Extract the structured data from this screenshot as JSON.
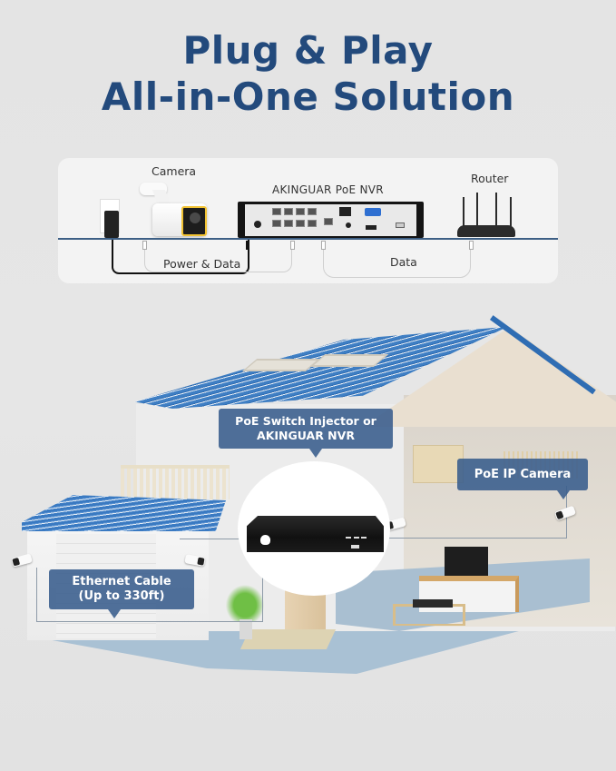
{
  "title": {
    "line1": "Plug & Play",
    "line2": "All-in-One Solution"
  },
  "diagram": {
    "labels": {
      "camera": "Camera",
      "nvr": "AKINGUAR PoE NVR",
      "router": "Router",
      "power_data": "Power & Data",
      "data": "Data"
    },
    "icons": [
      "wall-outlet-icon",
      "power-adapter-icon",
      "bullet-camera-icon",
      "nvr-back-panel-icon",
      "router-icon",
      "ethernet-cable-icon"
    ]
  },
  "illustration": {
    "callouts": {
      "poe_switch": "PoE Switch Injector or AKINGUAR NVR",
      "poe_switch_line1": "PoE Switch Injector or",
      "poe_switch_line2": "AKINGUAR NVR",
      "ip_camera": "PoE IP Camera",
      "ethernet_line1": "Ethernet Cable",
      "ethernet_line2": "(Up to 330ft)"
    },
    "colors": {
      "title": "#234a7c",
      "callout_bg": "#385c8c",
      "roof": "#2f6db3",
      "baseline": "#3d5f85"
    }
  }
}
